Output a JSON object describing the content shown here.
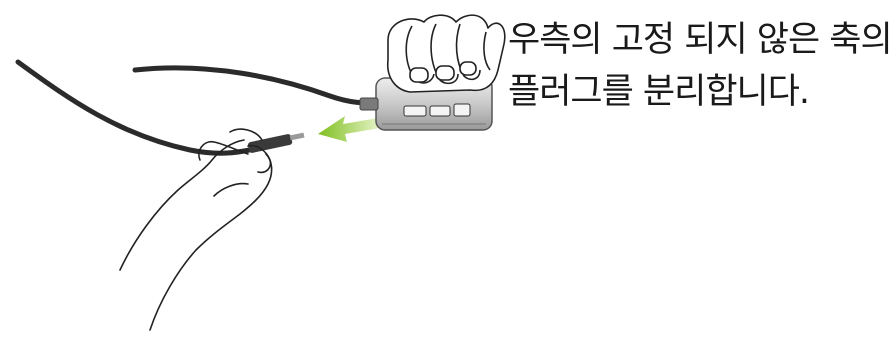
{
  "instruction": {
    "line1": "우측의 고정 되지 않은 축의",
    "line2": "플러그를 분리합니다."
  },
  "illustration": {
    "subject": "hand unplugging cable connector from inline remote control",
    "arrow_color": "#9ccc3c",
    "device_color": "#c8c8c8"
  }
}
